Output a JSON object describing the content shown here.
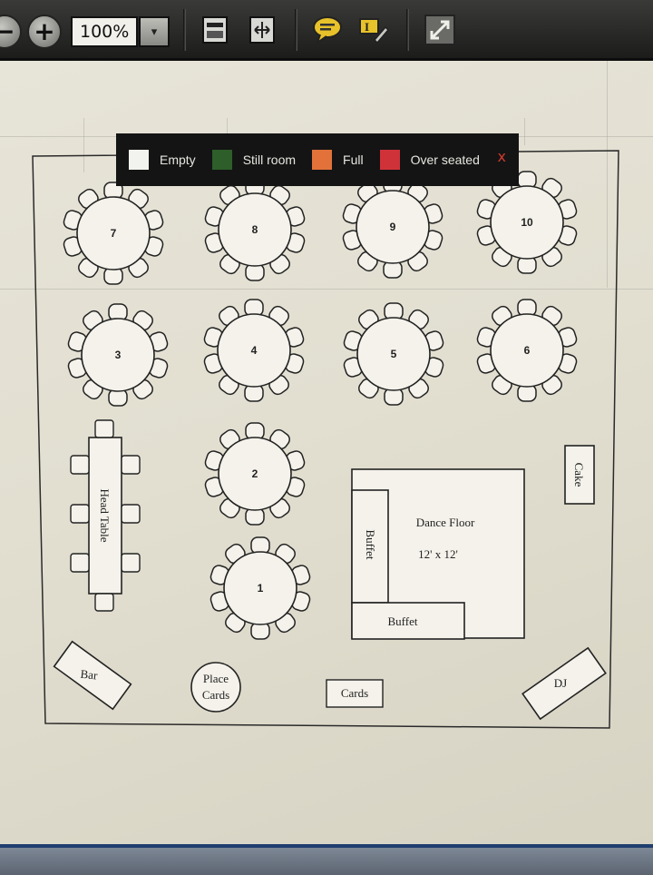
{
  "toolbar": {
    "zoom_value": "100%",
    "zoom_out_icon": "minus-circle-icon",
    "zoom_in_icon": "plus-circle-icon",
    "dropdown_icon": "chevron-down-icon",
    "fit_page_icon": "fit-page-icon",
    "fit_width_icon": "fit-width-icon",
    "comment_icon": "speech-bubble-icon",
    "highlight_icon": "highlighter-icon",
    "fullscreen_icon": "expand-icon"
  },
  "legend": {
    "items": [
      {
        "label": "Empty",
        "color": "#f2f2ee"
      },
      {
        "label": "Still room",
        "color": "#2e5e2a"
      },
      {
        "label": "Full",
        "color": "#e2723a"
      },
      {
        "label": "Over seated",
        "color": "#d0323a"
      }
    ],
    "close": "x"
  },
  "floor_plan": {
    "round_tables": [
      {
        "id": "7",
        "label": "7"
      },
      {
        "id": "8",
        "label": "8"
      },
      {
        "id": "9",
        "label": "9"
      },
      {
        "id": "10",
        "label": "10"
      },
      {
        "id": "3",
        "label": "3"
      },
      {
        "id": "4",
        "label": "4"
      },
      {
        "id": "5",
        "label": "5"
      },
      {
        "id": "6",
        "label": "6"
      },
      {
        "id": "2",
        "label": "2"
      },
      {
        "id": "1",
        "label": "1"
      }
    ],
    "chairs_per_round_table": 10,
    "head_table_label": "Head Table",
    "dance_floor_label": "Dance Floor",
    "dance_floor_size": "12' x 12'",
    "buffet_vertical_label": "Buffet",
    "buffet_horizontal_label": "Buffet",
    "cake_label": "Cake",
    "bar_label": "Bar",
    "place_cards_line1": "Place",
    "place_cards_line2": "Cards",
    "cards_label": "Cards",
    "dj_label": "DJ"
  }
}
